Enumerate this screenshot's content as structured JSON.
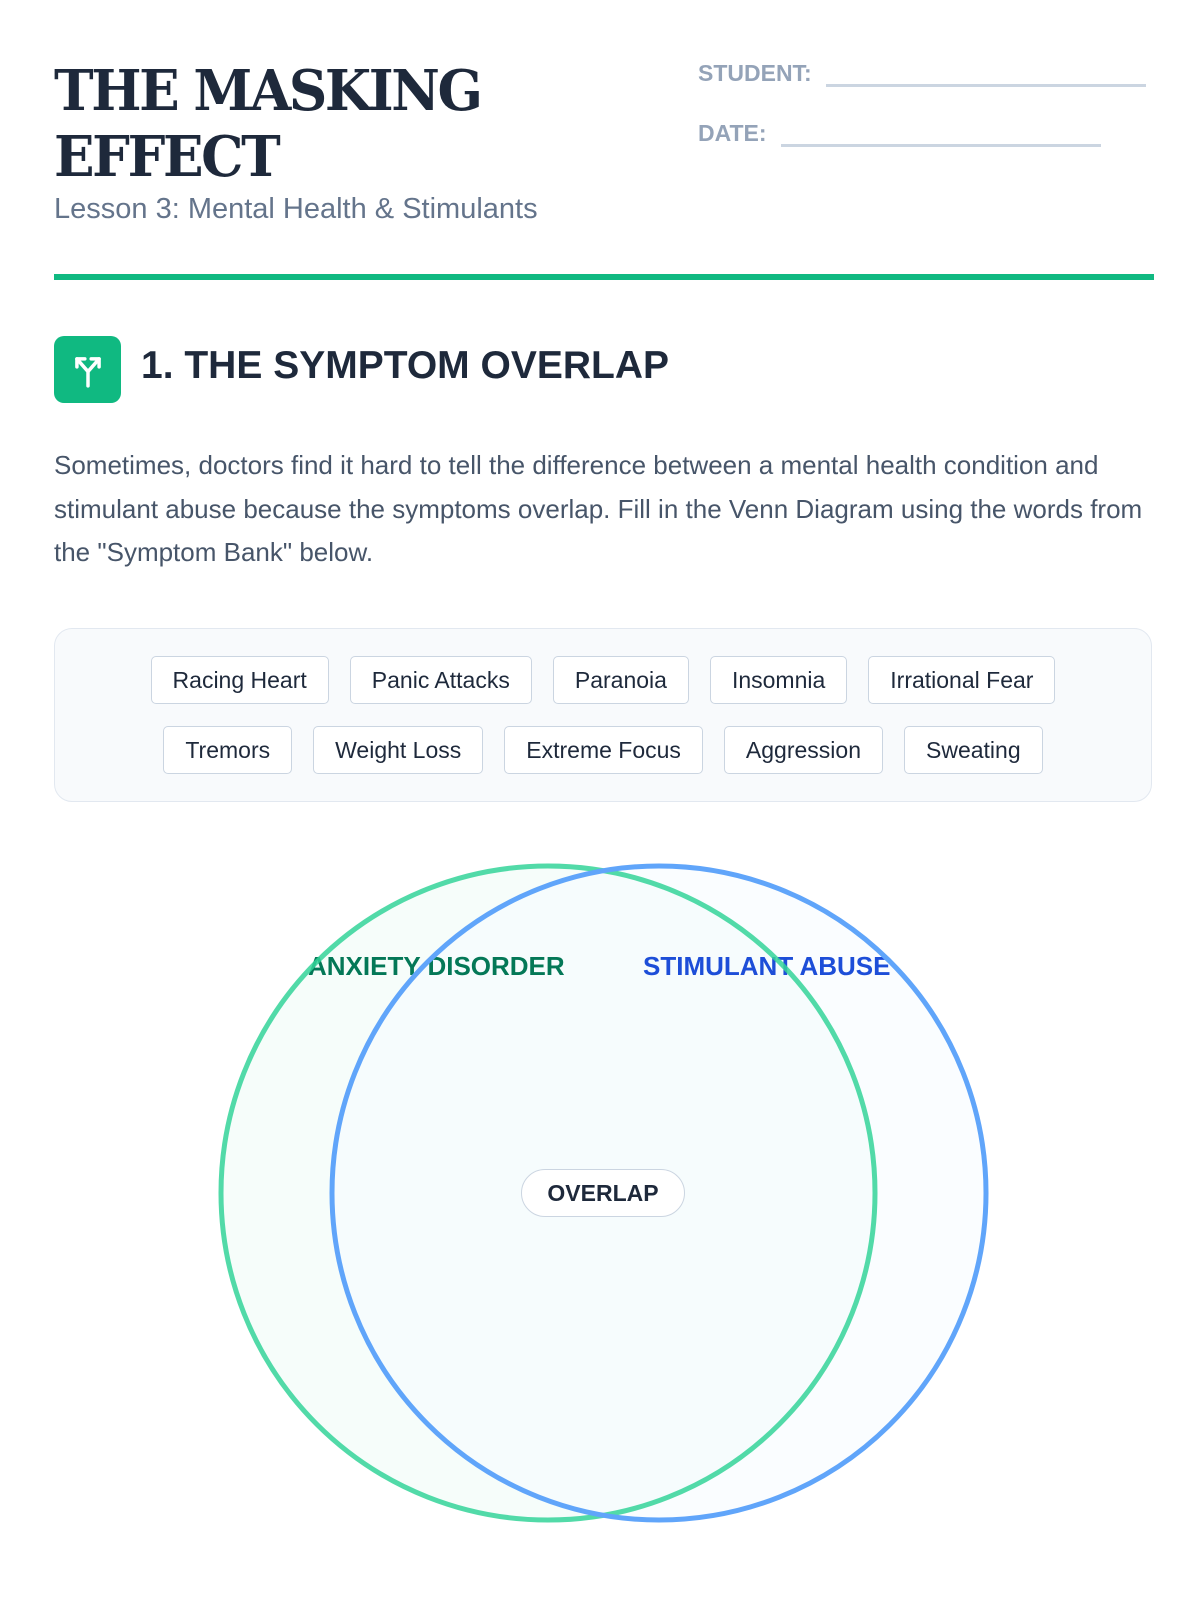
{
  "header": {
    "title_line1": "THE MASKING",
    "title_line2": "EFFECT",
    "subtitle": "Lesson 3: Mental Health & Stimulants",
    "student_label": "STUDENT:",
    "date_label": "DATE:"
  },
  "section": {
    "icon": "split-arrows-icon",
    "title": "1. THE SYMPTOM OVERLAP",
    "instructions": "Sometimes, doctors find it hard to tell the difference between a mental health condition and stimulant abuse because the symptoms overlap. Fill in the Venn Diagram using the words from the \"Symptom Bank\" below."
  },
  "symptom_bank": {
    "row1": [
      "Racing Heart",
      "Panic Attacks",
      "Paranoia",
      "Insomnia",
      "Irrational Fear"
    ],
    "row2": [
      "Tremors",
      "Weight Loss",
      "Extreme Focus",
      "Aggression",
      "Sweating"
    ]
  },
  "venn": {
    "left_label": "ANXIETY DISORDER",
    "right_label": "STIMULANT ABUSE",
    "center_label": "OVERLAP",
    "left_color": "#34d399",
    "right_color": "#60a5fa",
    "left_text_color": "#047857",
    "right_text_color": "#1d4ed8"
  }
}
